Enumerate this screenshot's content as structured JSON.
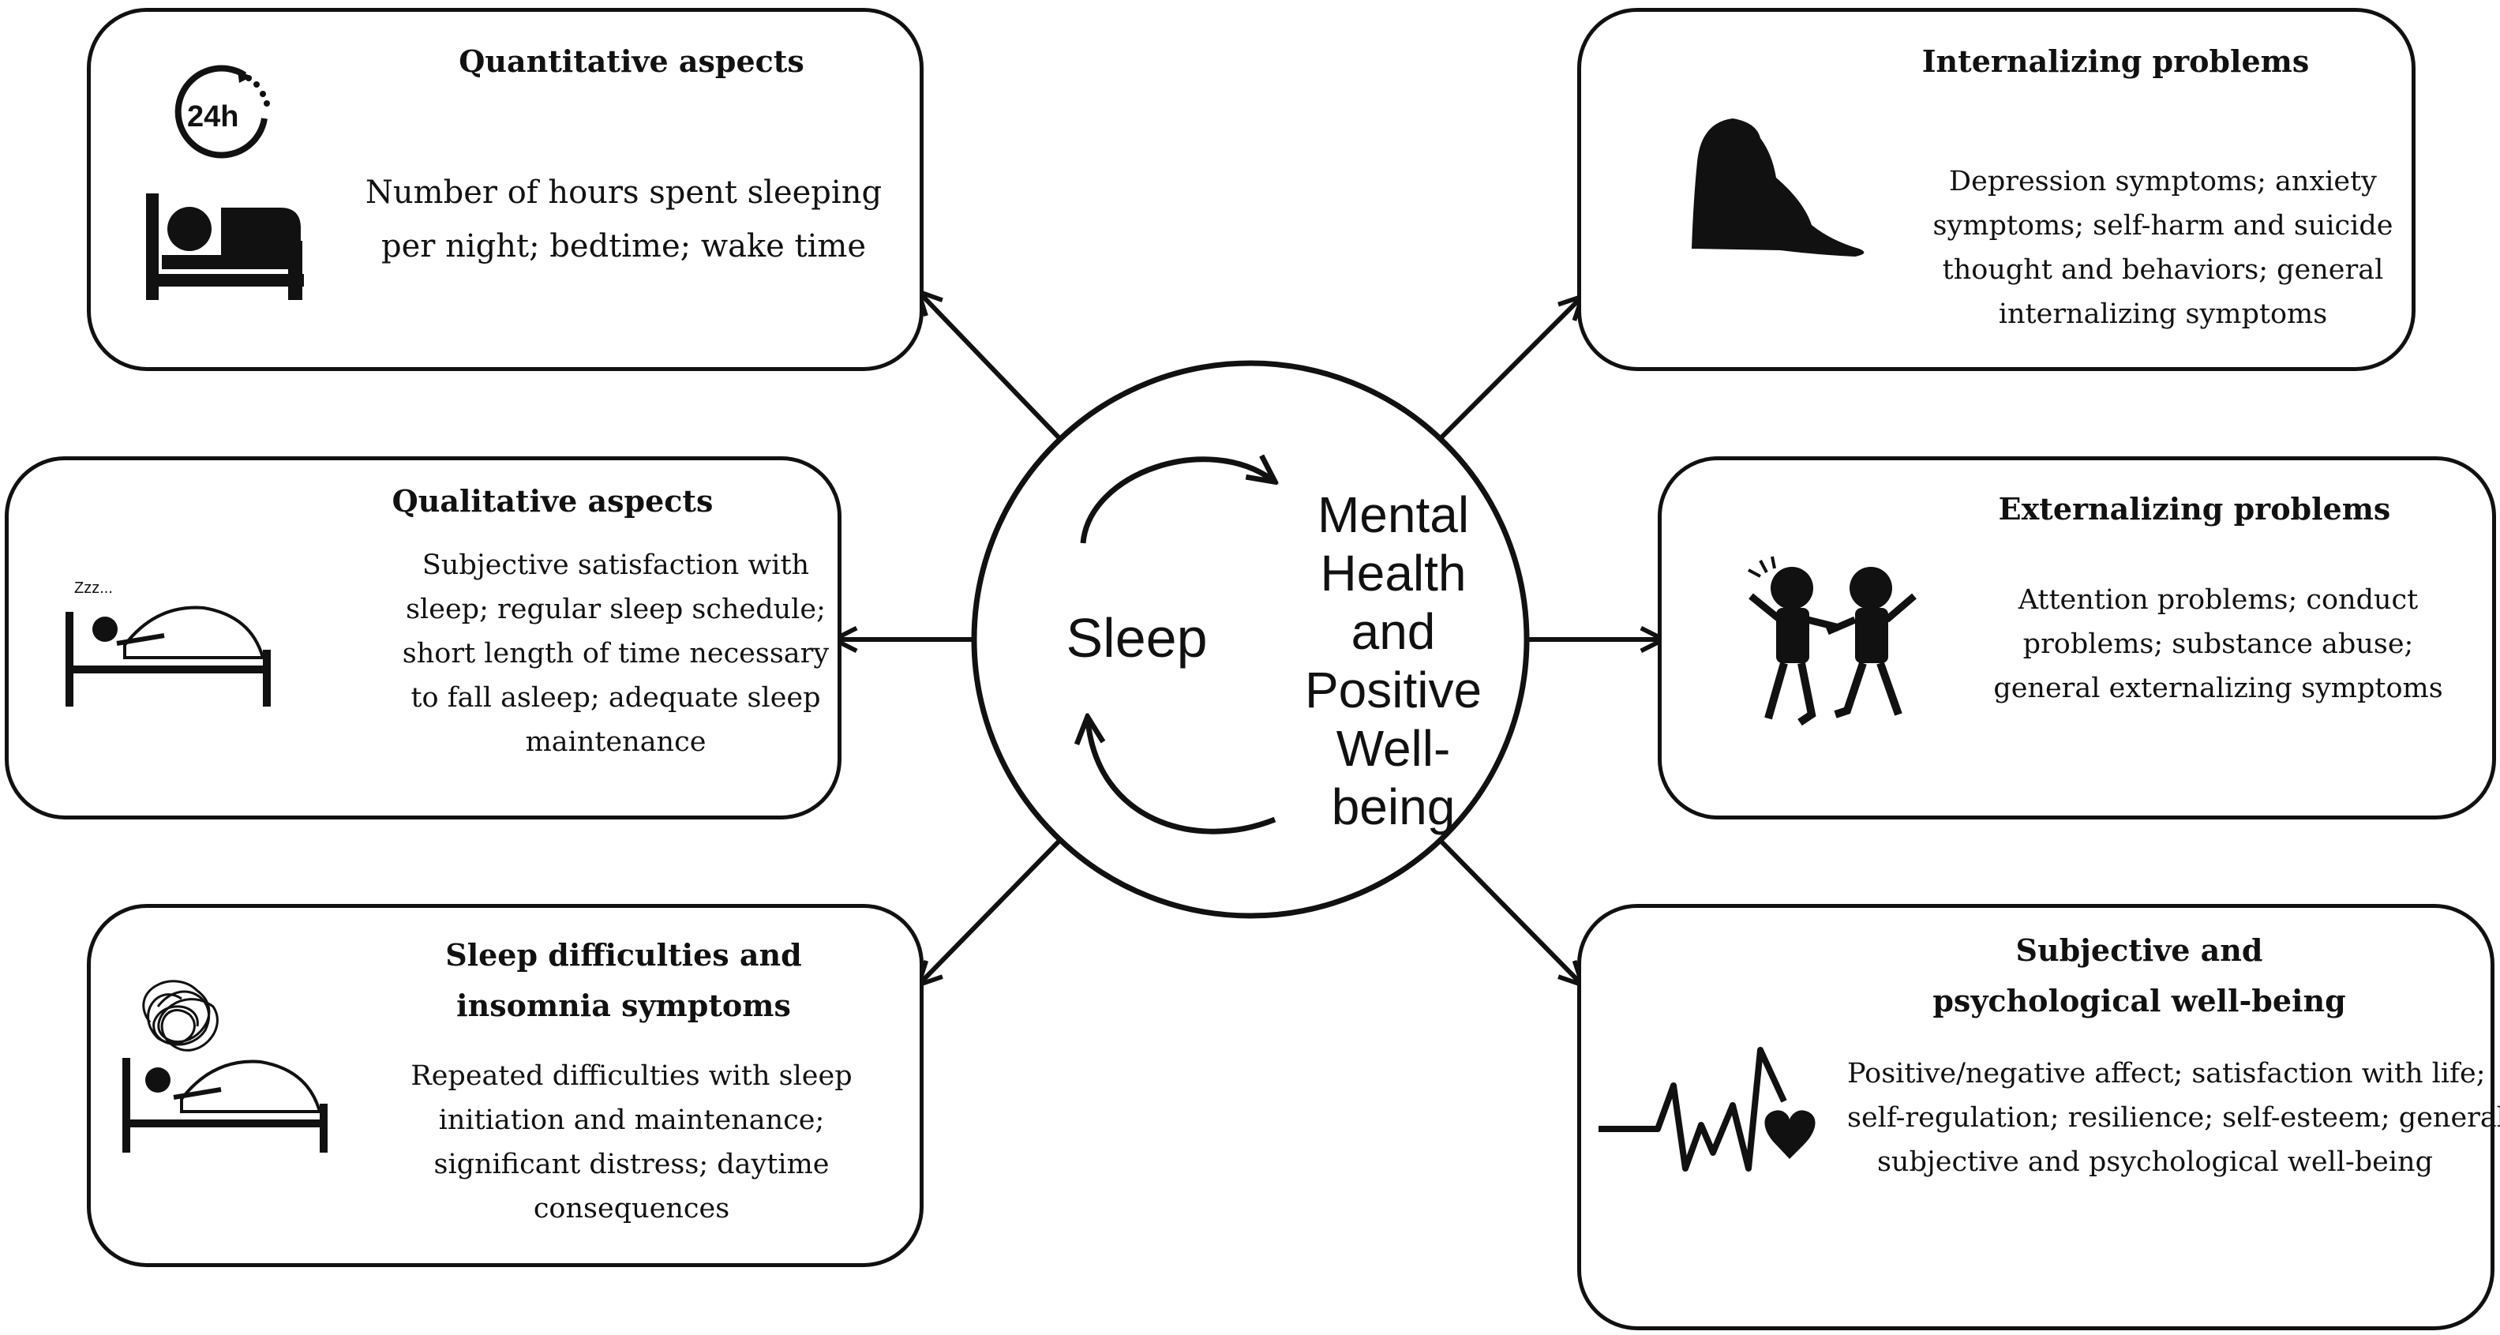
{
  "center": {
    "sleep_label": "Sleep",
    "mh_lines": [
      "Mental",
      "Health",
      "and",
      "Positive",
      "Well-",
      "being"
    ]
  },
  "quantitative": {
    "title": "Quantitative aspects",
    "lines": [
      "Number of hours spent sleeping",
      "per night; bedtime; wake time"
    ],
    "clock_label": "24h"
  },
  "qualitative": {
    "title": "Qualitative aspects",
    "lines": [
      "Subjective satisfaction with",
      "sleep; regular sleep schedule;",
      "short length of time necessary",
      "to fall asleep; adequate sleep",
      "maintenance"
    ],
    "zzz_label": "Zzz..."
  },
  "difficulties": {
    "title_lines": [
      "Sleep difficulties and",
      "insomnia symptoms"
    ],
    "lines": [
      "Repeated difficulties with sleep",
      "initiation and maintenance;",
      "significant distress; daytime",
      "consequences"
    ]
  },
  "internalizing": {
    "title": "Internalizing problems",
    "lines": [
      "Depression symptoms; anxiety",
      "symptoms; self-harm and suicide",
      "thought and behaviors; general",
      "internalizing symptoms"
    ]
  },
  "externalizing": {
    "title": "Externalizing problems",
    "lines": [
      "Attention problems; conduct",
      "problems; substance abuse;",
      "general externalizing symptoms"
    ]
  },
  "wellbeing": {
    "title_lines": [
      "Subjective and",
      "psychological well-being"
    ],
    "lines": [
      "Positive/negative affect; satisfaction with life;",
      "self-regulation; resilience; self-esteem; general",
      "subjective and psychological well-being"
    ]
  },
  "icons": [
    "clock-24h-icon",
    "bed-icon",
    "sleeping-person-icon",
    "tangled-thoughts-icon",
    "sad-sitting-person-icon",
    "fighting-children-icon",
    "heartbeat-heart-icon"
  ],
  "colors": {
    "stroke": "#111111",
    "background": "#ffffff"
  }
}
